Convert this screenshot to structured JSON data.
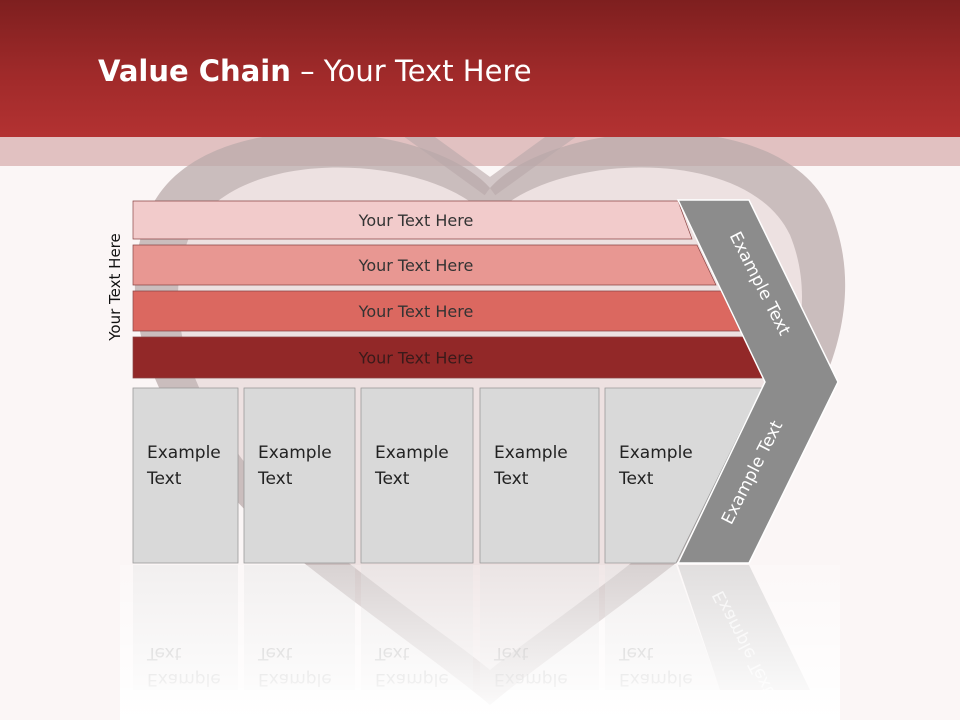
{
  "slide": {
    "title_bold": "Value Chain",
    "title_rest": " – Your Text Here"
  },
  "diagram": {
    "side_label": "Your Text Here",
    "support_rows": [
      {
        "label": "Your Text Here",
        "color": "#f2cbcb",
        "text_color": "#333333"
      },
      {
        "label": "Your Text Here",
        "color": "#e89792",
        "text_color": "#333333"
      },
      {
        "label": "Your Text Here",
        "color": "#db6860",
        "text_color": "#333333"
      },
      {
        "label": "Your Text Here",
        "color": "#922828",
        "text_color": "#3a1a1a"
      }
    ],
    "primary_boxes": [
      {
        "line1": "Example",
        "line2": "Text"
      },
      {
        "line1": "Example",
        "line2": "Text"
      },
      {
        "line1": "Example",
        "line2": "Text"
      },
      {
        "line1": "Example",
        "line2": "Text"
      },
      {
        "line1": "Example",
        "line2": "Text"
      }
    ],
    "chevron": {
      "upper_label": "Example Text",
      "lower_label": "Example Text",
      "color": "#8c8c8c"
    },
    "box_color": "#d9d9d9"
  }
}
